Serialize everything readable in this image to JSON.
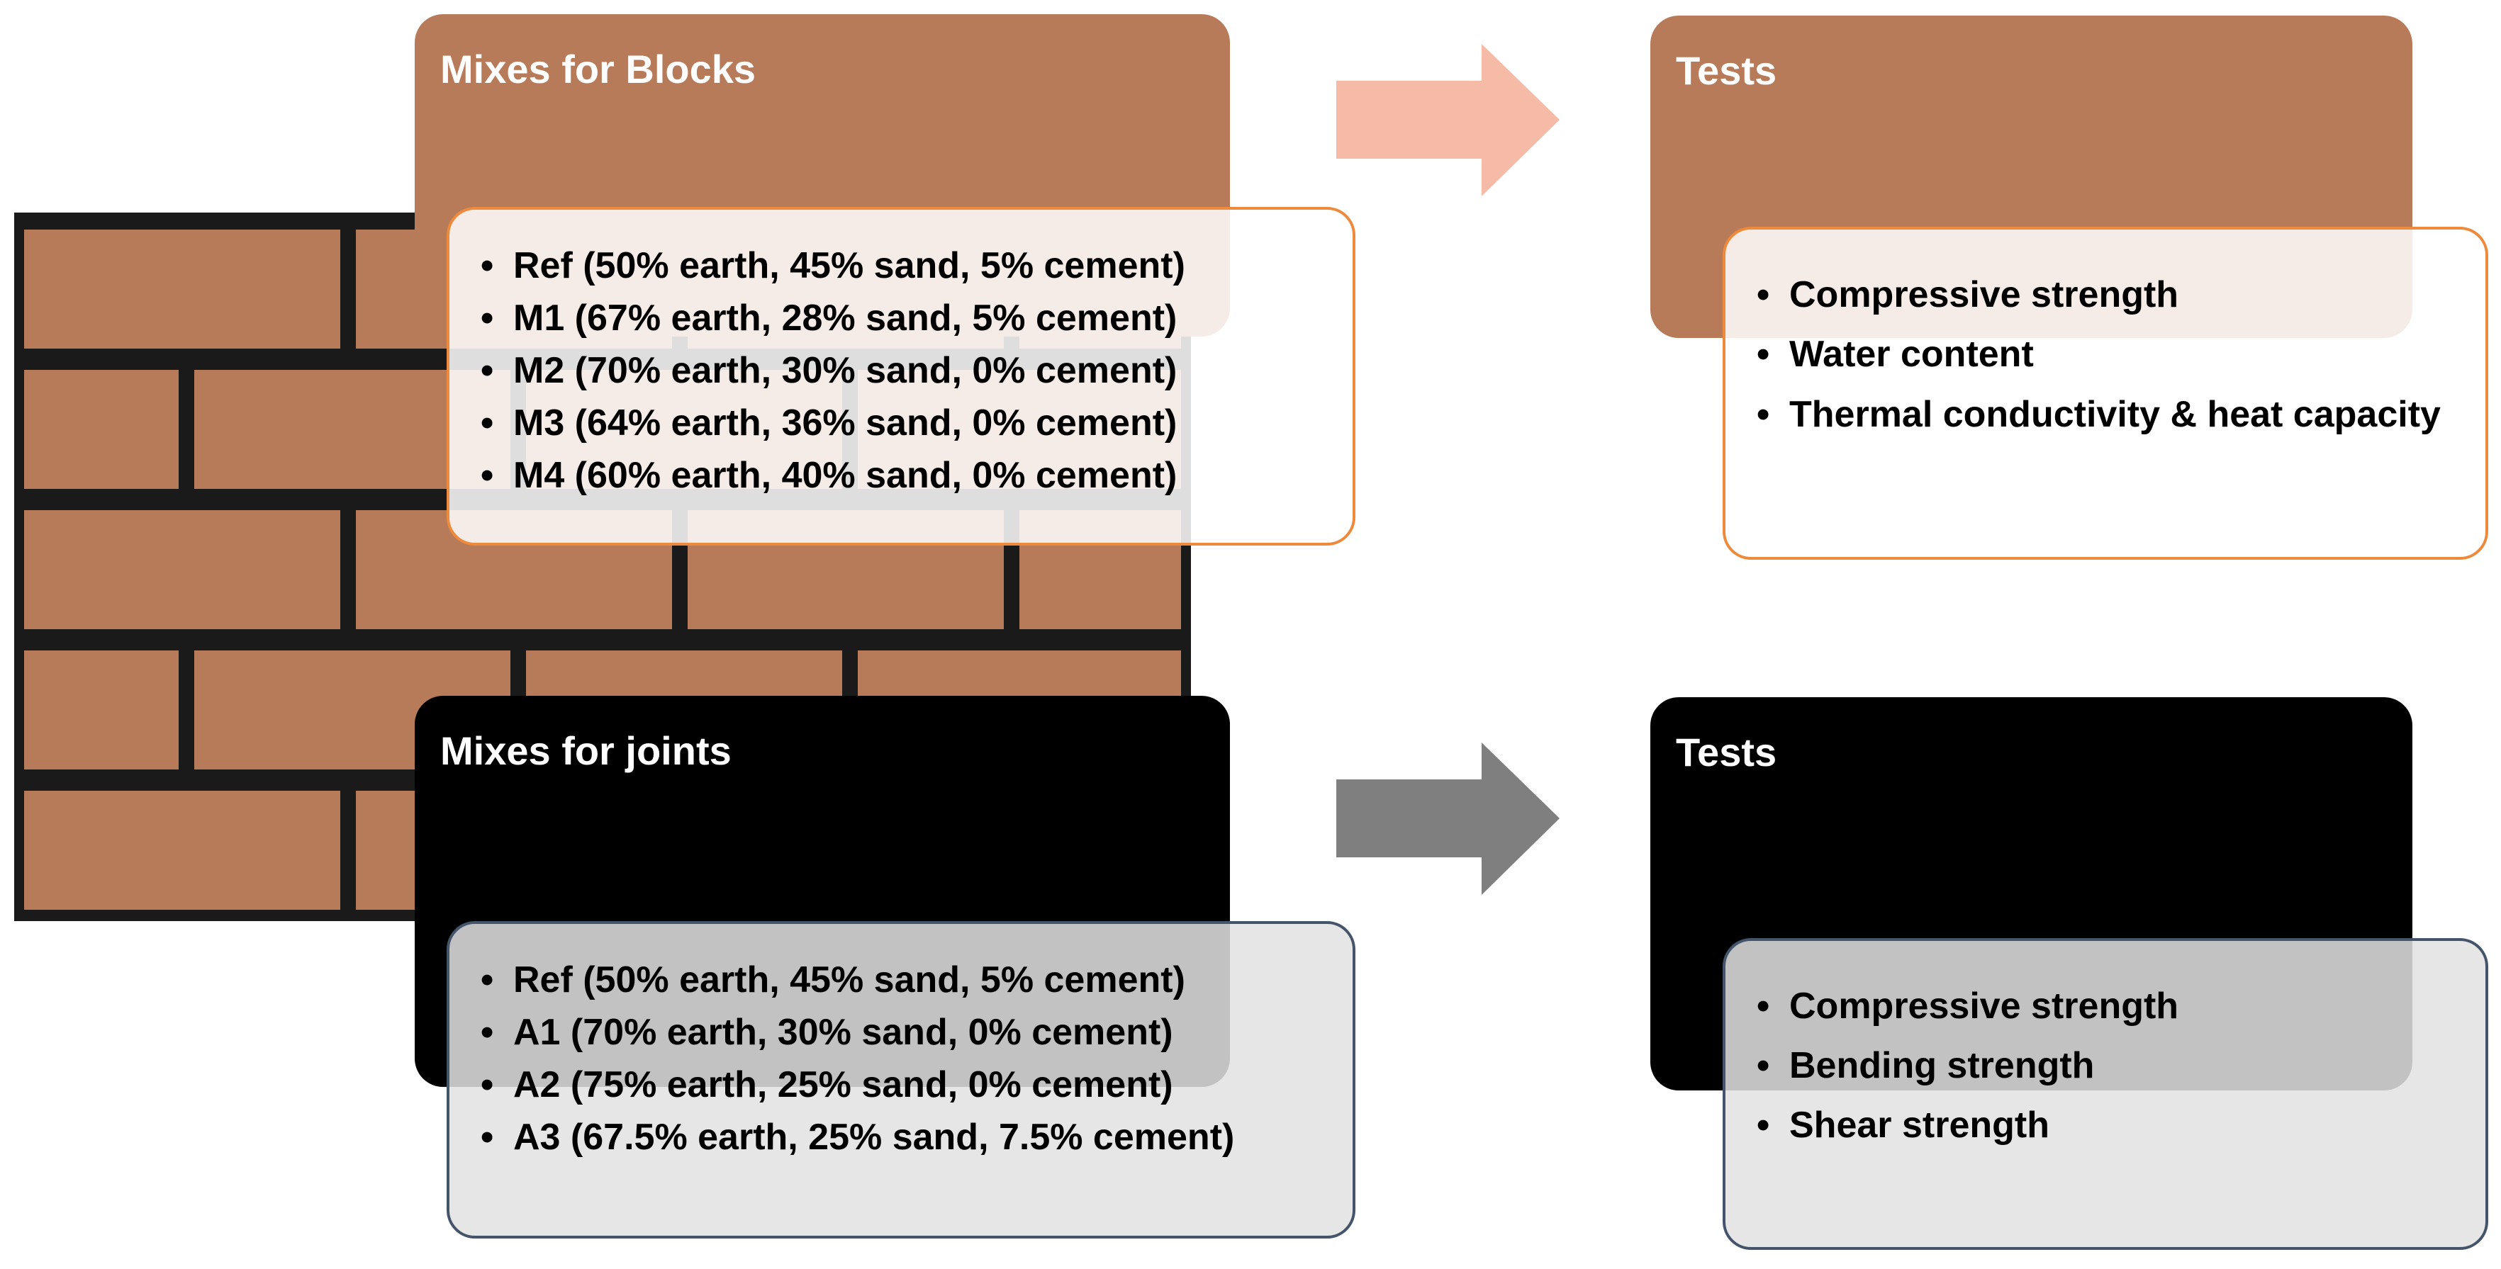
{
  "blocks": {
    "title": "Mixes for Blocks",
    "items": [
      "Ref (50% earth, 45% sand, 5% cement)",
      "M1 (67% earth, 28% sand, 5% cement)",
      "M2 (70% earth, 30% sand, 0% cement)",
      "M3 (64% earth, 36% sand, 0% cement)",
      "M4 (60% earth, 40% sand, 0% cement)"
    ]
  },
  "block_tests": {
    "title": "Tests",
    "items": [
      "Compressive strength",
      "Water content",
      "Thermal conductivity & heat capacity"
    ]
  },
  "joints": {
    "title": "Mixes for joints",
    "items": [
      "Ref (50% earth, 45% sand, 5% cement)",
      "A1 (70% earth, 30% sand, 0% cement)",
      "A2 (75% earth, 25% sand, 0% cement)",
      "A3 (67.5% earth, 25% sand, 7.5% cement)"
    ]
  },
  "joint_tests": {
    "title": "Tests",
    "items": [
      "Compressive strength",
      "Bending strength",
      "Shear strength"
    ]
  },
  "colors": {
    "brick": "#b87b59",
    "brick_header": "#b87b59",
    "arrow_top": "#f5bba6",
    "arrow_bottom": "#7f7f7f",
    "border_orange": "#ee8a3c",
    "border_grey": "#44546a"
  },
  "icons": {
    "wall": "brick-wall-image",
    "arrow_top": "right-arrow-icon",
    "arrow_bottom": "right-arrow-icon"
  }
}
